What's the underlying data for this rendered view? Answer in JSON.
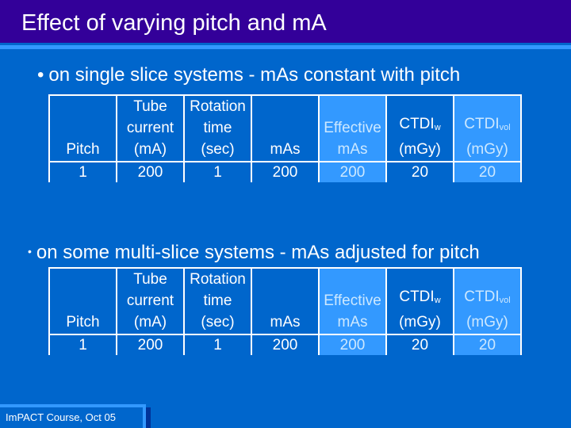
{
  "slide": {
    "title": "Effect of varying pitch and mA",
    "footer": "ImPACT Course, Oct 05",
    "colors": {
      "background": "#0066cc",
      "title_bar": "#330099",
      "accent": "#3399ff"
    }
  },
  "bullets": [
    {
      "dot": "•",
      "text": "on single slice systems -  mAs constant with pitch"
    },
    {
      "dot": "•",
      "text": "on some multi-slice systems - mAs adjusted for pitch"
    }
  ],
  "tables": [
    {
      "headers": {
        "pitch": [
          "Pitch"
        ],
        "tube_current": [
          "Tube",
          "current",
          "(mA)"
        ],
        "rotation_time": [
          "Rotation",
          "time",
          "(sec)"
        ],
        "mas": [
          "mAs"
        ],
        "effective_mas": [
          "Effective",
          "mAs"
        ],
        "ctdi_w": {
          "base": "CTDI",
          "sub": "w",
          "unit": "(mGy)"
        },
        "ctdi_vol": {
          "base": "CTDI",
          "sub": "vol",
          "unit": "(mGy)"
        }
      },
      "row": {
        "pitch": "1",
        "tube_current": "200",
        "rotation_time": "1",
        "mas": "200",
        "effective_mas": "200",
        "ctdi_w": "20",
        "ctdi_vol": "20"
      }
    },
    {
      "headers": {
        "pitch": [
          "Pitch"
        ],
        "tube_current": [
          "Tube",
          "current",
          "(mA)"
        ],
        "rotation_time": [
          "Rotation",
          "time",
          "(sec)"
        ],
        "mas": [
          "mAs"
        ],
        "effective_mas": [
          "Effective",
          "mAs"
        ],
        "ctdi_w": {
          "base": "CTDI",
          "sub": "w",
          "unit": "(mGy)"
        },
        "ctdi_vol": {
          "base": "CTDI",
          "sub": "vol",
          "unit": "(mGy)"
        }
      },
      "row": {
        "pitch": "1",
        "tube_current": "200",
        "rotation_time": "1",
        "mas": "200",
        "effective_mas": "200",
        "ctdi_w": "20",
        "ctdi_vol": "20"
      }
    }
  ]
}
